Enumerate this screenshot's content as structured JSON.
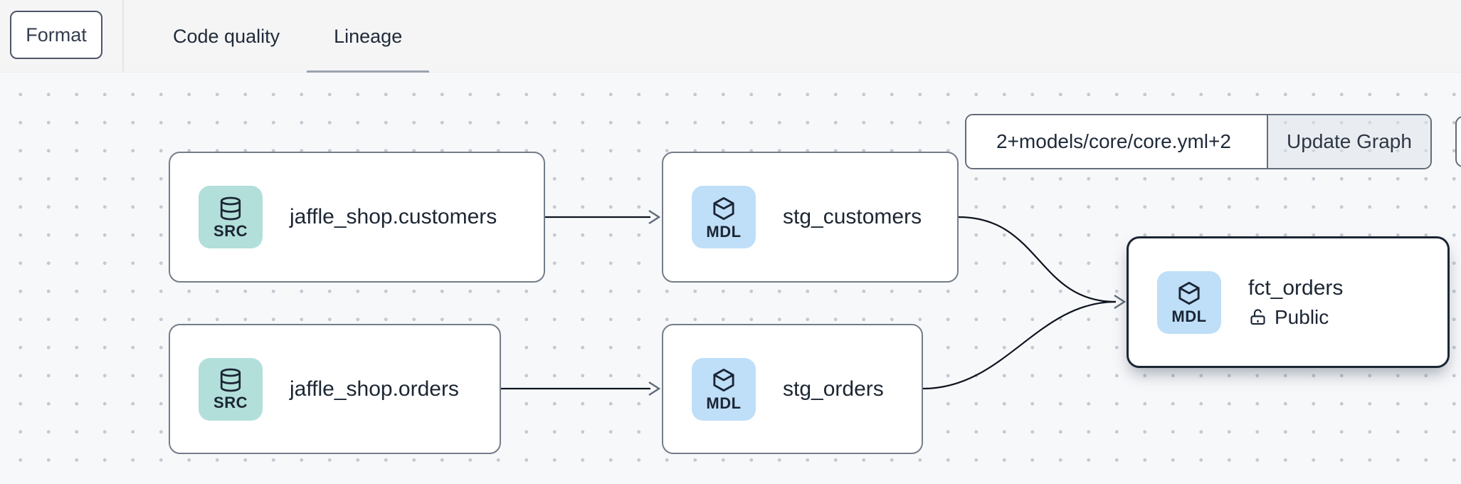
{
  "toolbar": {
    "format_label": "Format"
  },
  "tabs": {
    "items": [
      {
        "label": "Code quality",
        "active": false
      },
      {
        "label": "Lineage",
        "active": true
      }
    ],
    "active_tab": "Lineage"
  },
  "controls": {
    "selector_value": "2+models/core/core.yml+2",
    "update_label": "Update Graph"
  },
  "graph": {
    "nodes": [
      {
        "label": "jaffle_shop.customers",
        "badge": "SRC",
        "icon": "database"
      },
      {
        "label": "stg_customers",
        "badge": "MDL",
        "icon": "cube"
      },
      {
        "label": "jaffle_shop.orders",
        "badge": "SRC",
        "icon": "database"
      },
      {
        "label": "stg_orders",
        "badge": "MDL",
        "icon": "cube"
      },
      {
        "label": "fct_orders",
        "badge": "MDL",
        "icon": "cube",
        "access": "Public",
        "selected": true
      }
    ],
    "edges": [
      {
        "from": "jaffle_shop.customers",
        "to": "stg_customers"
      },
      {
        "from": "jaffle_shop.orders",
        "to": "stg_orders"
      },
      {
        "from": "stg_customers",
        "to": "fct_orders"
      },
      {
        "from": "stg_orders",
        "to": "fct_orders"
      }
    ]
  },
  "colors": {
    "source_tile": "#b2dfda",
    "model_tile": "#bfdef7",
    "text": "#1c2633",
    "node_border": "#747d8a",
    "selected_border": "#1b2534",
    "tab_underline": "#9aa3b0",
    "edge": "#0e1420",
    "toolbar_bg": "#f5f5f6",
    "canvas_bg": "#f7f8fa"
  }
}
